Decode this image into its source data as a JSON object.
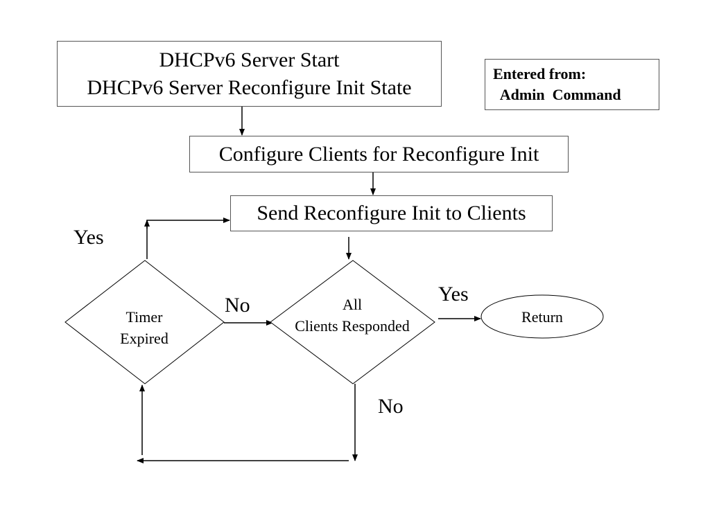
{
  "start_box": {
    "line1": "DHCPv6 Server Start",
    "line2": "DHCPv6 Server Reconfigure Init State"
  },
  "entered_note": {
    "line1": "Entered from:",
    "line2": "  Admin  Command"
  },
  "configure_box": {
    "label": "Configure Clients for Reconfigure Init"
  },
  "send_box": {
    "label": "Send Reconfigure Init to Clients"
  },
  "timer_decision": {
    "line1": "Timer",
    "line2": "Expired"
  },
  "responded_decision": {
    "line1": "All",
    "line2": "Clients Responded"
  },
  "return_terminal": {
    "label": "Return"
  },
  "edge_labels": {
    "timer_yes": "Yes",
    "timer_no": "No",
    "responded_yes": "Yes",
    "responded_no": "No"
  }
}
